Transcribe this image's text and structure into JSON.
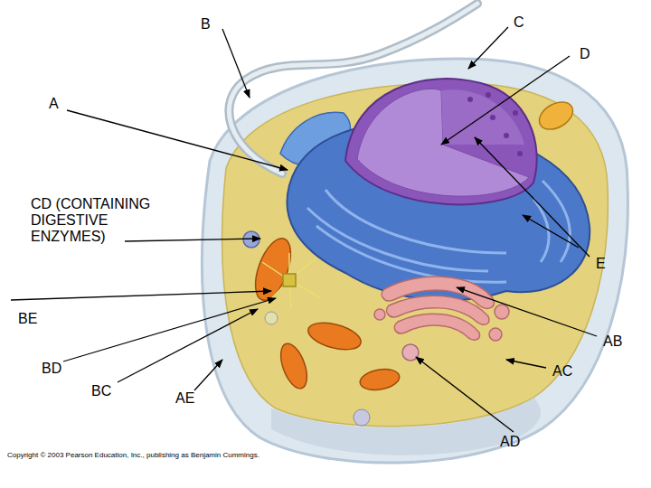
{
  "diagram": {
    "labels": [
      "B",
      "C",
      "D",
      "A",
      "CD (CONTAINING DIGESTIVE ENZYMES)",
      "E",
      "BE",
      "AB",
      "BD",
      "AC",
      "BC",
      "AE",
      "AD",
      "Copyright © 2003 Pearson Education, Inc., publishing as Benjamin Cummings."
    ]
  }
}
